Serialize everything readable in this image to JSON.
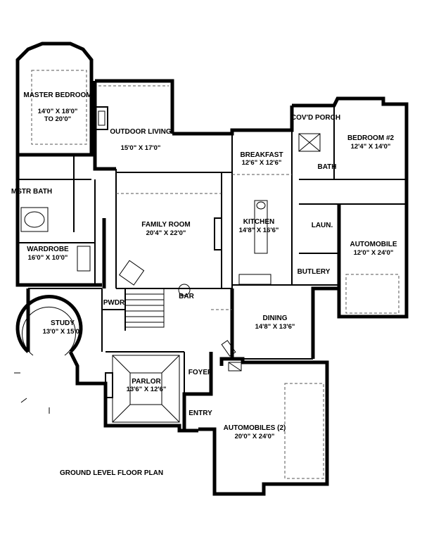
{
  "plan_title": "GROUND LEVEL FLOOR PLAN",
  "rooms": {
    "master_bedroom": {
      "name": "MASTER BEDROOM",
      "dims": "14'0\" X 18'0\"",
      "dims2": "TO 20'0\""
    },
    "outdoor_living": {
      "name": "OUTDOOR LIVING",
      "dims": "15'0\" X 17'0\""
    },
    "breakfast": {
      "name": "BREAKFAST",
      "dims": "12'6\" X 12'6\""
    },
    "covd_porch": {
      "name": "COV'D PORCH"
    },
    "bedroom_2": {
      "name": "BEDROOM #2",
      "dims": "12'4\" X 14'0\""
    },
    "bath": {
      "name": "BATH"
    },
    "mstr_bath": {
      "name": "MSTR BATH"
    },
    "family_room": {
      "name": "FAMILY ROOM",
      "dims": "20'4\" X 22'0\""
    },
    "kitchen": {
      "name": "KITCHEN",
      "dims": "14'8\" X 16'6\""
    },
    "laundry": {
      "name": "LAUN."
    },
    "automobile": {
      "name": "AUTOMOBILE",
      "dims": "12'0\" X 24'0\""
    },
    "wardrobe": {
      "name": "WARDROBE",
      "dims": "16'0\" X 10'0\""
    },
    "butlery": {
      "name": "BUTLERY"
    },
    "pwdr": {
      "name": "PWDR"
    },
    "bar": {
      "name": "BAR"
    },
    "study": {
      "name": "STUDY",
      "dims": "13'0\" X 15'0\""
    },
    "dining": {
      "name": "DINING",
      "dims": "14'8\" X 13'6\""
    },
    "parlor": {
      "name": "PARLOR",
      "dims": "13'6\" X 12'6\""
    },
    "foyer": {
      "name": "FOYER"
    },
    "entry": {
      "name": "ENTRY"
    },
    "automobiles_2": {
      "name": "AUTOMOBILES (2)",
      "dims": "20'0\" X 24'0\""
    }
  }
}
